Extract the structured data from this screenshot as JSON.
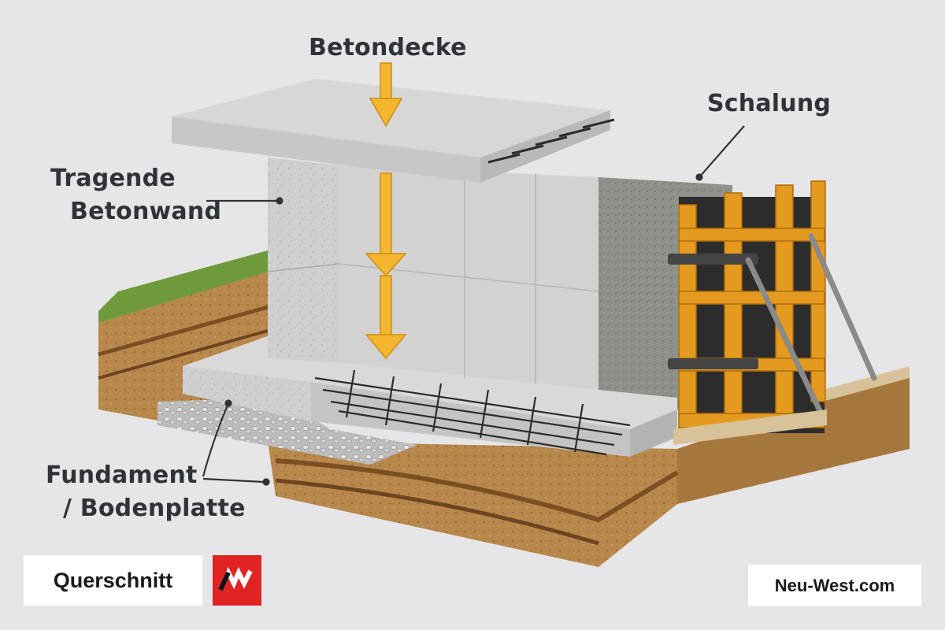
{
  "labels": {
    "betondecke": "Betondecke",
    "schalung": "Schalung",
    "wand_line1": "Tragende",
    "wand_line2": "Betonwand",
    "fundament_line1": "Fundament",
    "fundament_line2": "/ Bodenplatte"
  },
  "footer": {
    "section_label": "Querschnitt",
    "website": "Neu-West.com"
  },
  "logo": {
    "icon": "nw-logo-icon",
    "color": "#e02424"
  },
  "colors": {
    "background": "#e6e6e8",
    "concrete": "#c9c9c9",
    "arrow": "#f4b52f",
    "formwork": "#e39a1e",
    "soil": "#a9793f",
    "grass": "#6f9a3c"
  }
}
